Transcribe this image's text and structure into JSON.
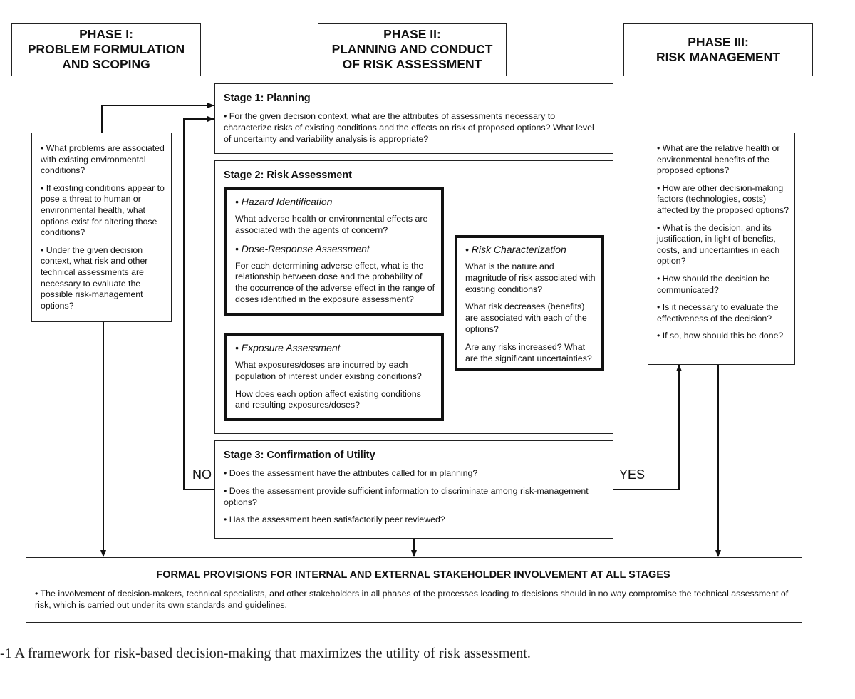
{
  "phases": {
    "p1": "PHASE I:\nPROBLEM FORMULATION\nAND SCOPING",
    "p2": "PHASE II:\nPLANNING AND CONDUCT\nOF RISK ASSESSMENT",
    "p3": "PHASE III:\nRISK MANAGEMENT"
  },
  "phase1_questions": [
    "• What problems are associated with existing environmental conditions?",
    "• If existing conditions appear to pose a threat to human or environmental health, what options exist for altering those conditions?",
    "• Under the given decision context, what risk and other technical assessments are necessary to evaluate the possible risk-management options?"
  ],
  "stage1": {
    "title": "Stage 1: Planning",
    "text": "• For the given decision context, what are the attributes of assessments necessary to characterize risks of existing conditions and the effects on risk of proposed options? What level of uncertainty and variability analysis is appropriate?"
  },
  "stage2": {
    "title": "Stage 2: Risk Assessment",
    "hazard": {
      "title": "• Hazard Identification",
      "text": "What adverse health or environmental effects are associated with the agents of concern?"
    },
    "dose": {
      "title": "• Dose-Response Assessment",
      "text": "For each determining adverse effect, what is the relationship between dose and the probability of the occurrence of the adverse effect in the range of doses identified in the exposure assessment?"
    },
    "exposure": {
      "title": "• Exposure Assessment",
      "text1": "What exposures/doses are incurred by each population of interest under existing conditions?",
      "text2": "How does each option affect existing conditions and resulting exposures/doses?"
    },
    "riskchar": {
      "title": "• Risk Characterization",
      "text1": "What is the nature and magnitude of risk associated with existing conditions?",
      "text2": "What risk decreases (benefits) are associated with each of the options?",
      "text3": "Are any risks increased? What are the significant uncertainties?"
    }
  },
  "stage3": {
    "title": "Stage 3: Confirmation of Utility",
    "items": [
      "• Does the assessment have the attributes called for in planning?",
      "• Does the assessment provide sufficient information to discriminate among risk-management options?",
      "• Has the assessment been satisfactorily peer reviewed?"
    ]
  },
  "labels": {
    "no": "NO",
    "yes": "YES"
  },
  "phase3_questions": [
    "• What are the relative health or environmental benefits of the proposed options?",
    "• How are other decision-making factors (technologies, costs) affected by the proposed options?",
    "• What is the decision, and its justification, in light of benefits, costs, and uncertainties in each option?",
    "• How should the decision be communicated?",
    "• Is it necessary to evaluate the effectiveness of the decision?",
    "• If so, how should this be done?"
  ],
  "stakeholder": {
    "title": "FORMAL PROVISIONS FOR INTERNAL AND EXTERNAL STAKEHOLDER INVOLVEMENT AT ALL STAGES",
    "text": "•  The involvement of decision-makers, technical specialists, and other stakeholders in all phases of the processes leading to decisions should in no way compromise the technical assessment of risk, which is carried out under its own standards and guidelines."
  },
  "caption": "-1 A framework for risk-based decision-making that maximizes the utility of risk assessment."
}
